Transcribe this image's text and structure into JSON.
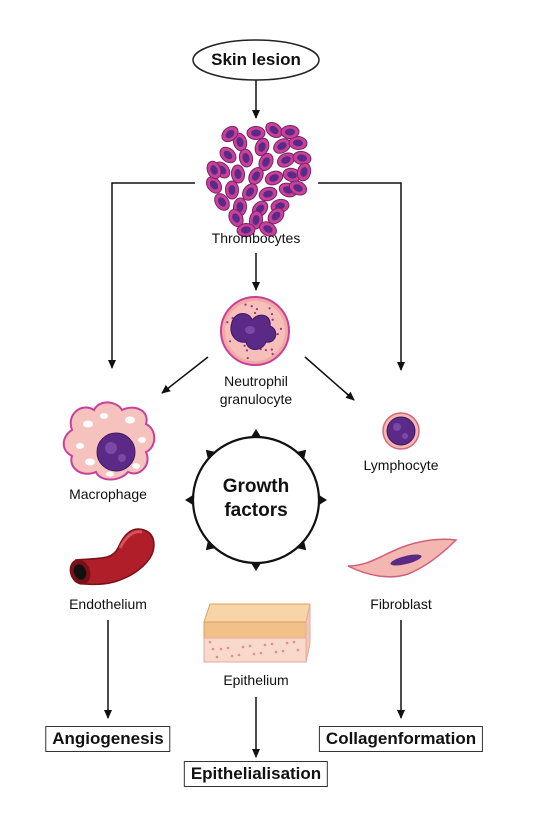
{
  "root": {
    "label": "Skin lesion"
  },
  "cells": {
    "thrombocytes": "Thrombocytes",
    "neutrophil": "Neutrophil granulocyte",
    "neutrophil_line1": "Neutrophil",
    "neutrophil_line2": "granulocyte",
    "macrophage": "Macrophage",
    "lymphocyte": "Lymphocyte",
    "endothelium": "Endothelium",
    "fibroblast": "Fibroblast",
    "epithelium": "Epithelium"
  },
  "hub": {
    "line1": "Growth",
    "line2": "factors"
  },
  "outcomes": {
    "angiogenesis": "Angiogenesis",
    "collagen": "Collagenformation",
    "epithelialisation": "Epithelialisation"
  },
  "colors": {
    "cell_purple": "#5b2a86",
    "cell_magenta": "#c8409a",
    "cell_pink": "#f4b6b0",
    "vessel_red": "#b01e2a",
    "skin_tan": "#f2c189"
  }
}
